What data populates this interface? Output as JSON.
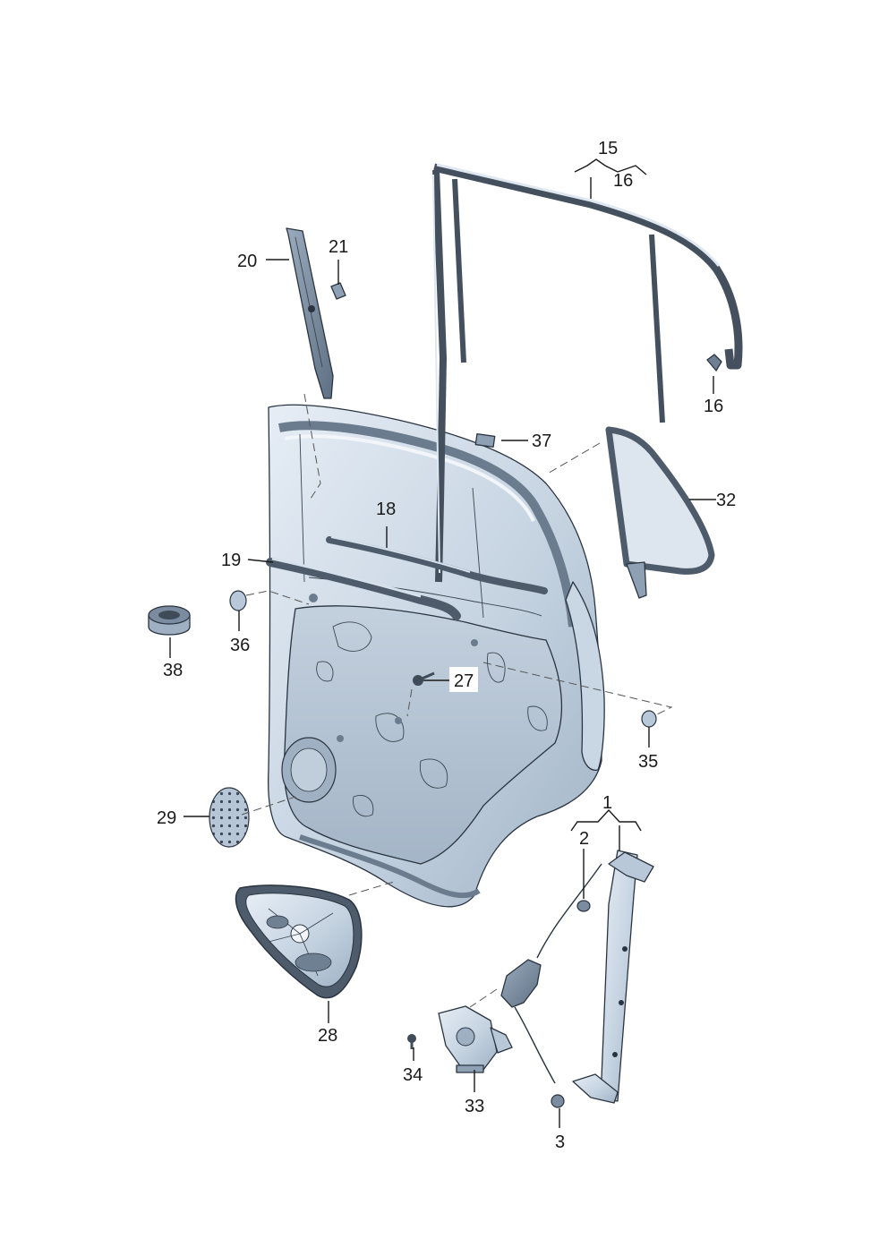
{
  "callouts": {
    "c1": "1",
    "c2": "2",
    "c3": "3",
    "c15": "15",
    "c16a": "16",
    "c16b": "16",
    "c18": "18",
    "c19": "19",
    "c20": "20",
    "c21": "21",
    "c27": "27",
    "c28": "28",
    "c29": "29",
    "c32": "32",
    "c33": "33",
    "c34": "34",
    "c35": "35",
    "c36": "36",
    "c37": "37",
    "c38": "38"
  },
  "colors": {
    "steel_light": "#d7e1ec",
    "steel_mid": "#b9c8d8",
    "steel_dark": "#8ea0b3",
    "rubber": "#5c6a78",
    "outline": "#2a3440",
    "label": "#1a1a1a"
  }
}
